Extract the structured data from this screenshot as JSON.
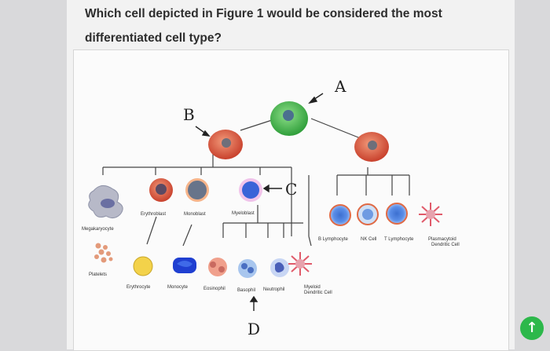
{
  "question": {
    "line1": "Which cell depicted in Figure 1 would be considered the most",
    "line2": "differentiated cell type?"
  },
  "figure": {
    "markers": {
      "a": "A",
      "b": "B",
      "c": "C",
      "d": "D"
    },
    "labels": {
      "erythroblast": "Erythroblast",
      "monoblast": "Monoblast",
      "myeloblast": "Myeloblast",
      "megakaryocyte": "Megakaryocyte",
      "platelets": "Platelets",
      "erythrocyte": "Erythrocyte",
      "monocyte": "Monocyte",
      "eosinophil": "Eosinophil",
      "basophil": "Basophil",
      "neutrophil": "Neutrophil",
      "myeloid_dc_1": "Myeloid",
      "myeloid_dc_2": "Dendritic Cell",
      "b_lymphocyte": "B Lymphocyte",
      "nk_cell": "NK Cell",
      "t_lymphocyte": "T Lymphocyte",
      "plasmacytoid_1": "Plasmacytoid",
      "plasmacytoid_2": "Dendritic Cell"
    }
  },
  "scroll_button": {
    "icon": "arrow-up-icon",
    "glyph": "↑",
    "color": "#2db84b"
  }
}
